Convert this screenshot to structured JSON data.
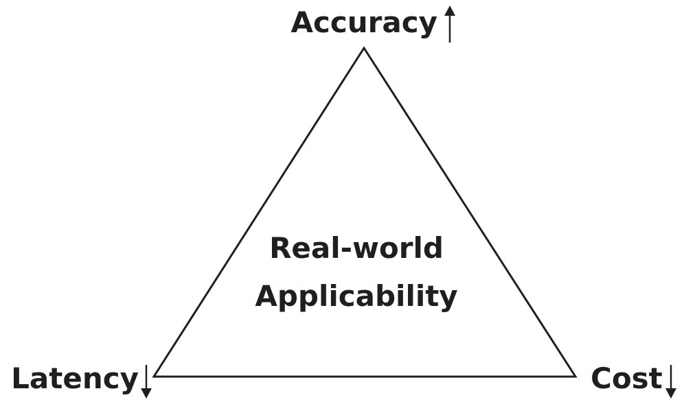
{
  "diagram": {
    "top_label": "Accuracy",
    "left_label": "Latency",
    "right_label": "Cost",
    "center_line1": "Real-world",
    "center_line2": "Applicability"
  },
  "icons": {
    "top": "arrow-up-icon",
    "left": "arrow-down-icon",
    "right": "arrow-down-icon"
  },
  "colors": {
    "stroke": "#1f1f1f",
    "text": "#1f1f1f",
    "background": "#ffffff"
  }
}
